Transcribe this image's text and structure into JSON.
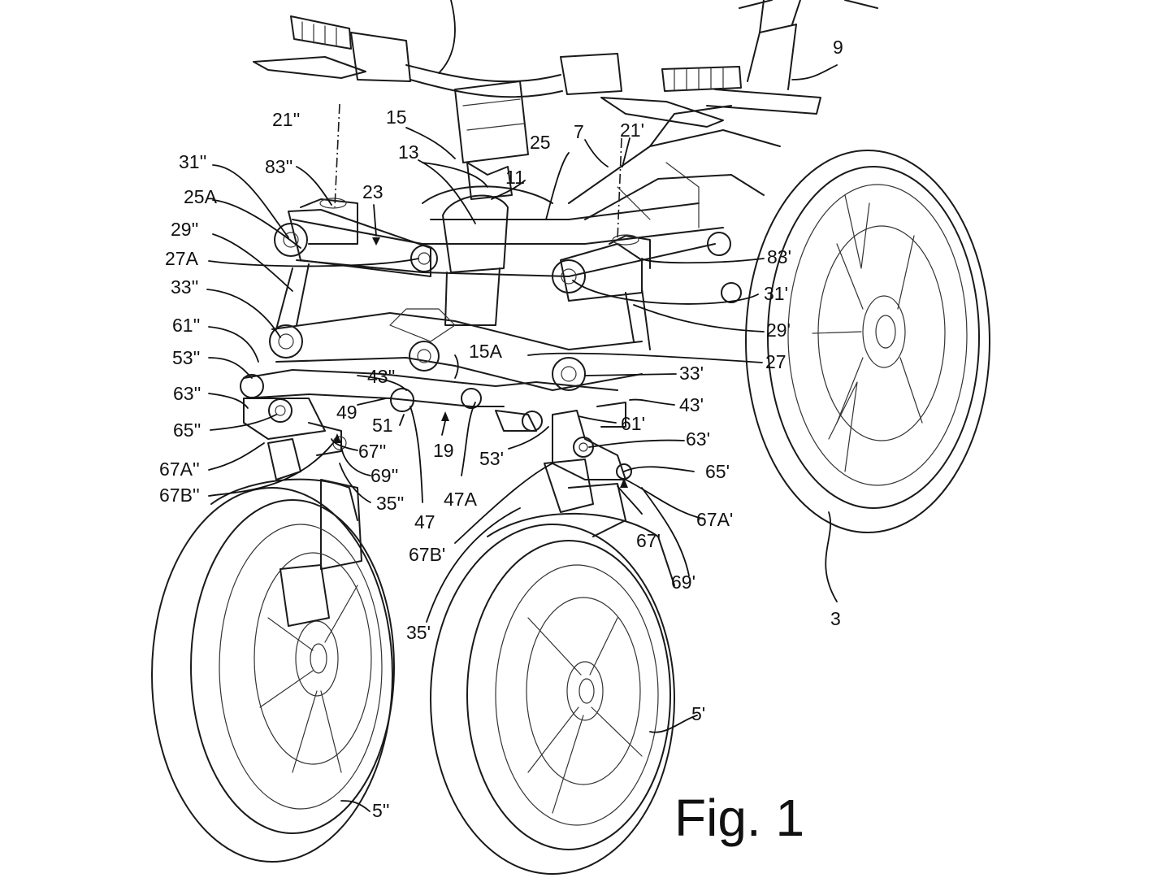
{
  "figure": {
    "caption": "Fig. 1"
  },
  "labels": {
    "l9": "9",
    "l21pp": "21''",
    "l15": "15",
    "l25": "25",
    "l7": "7",
    "l21p": "21'",
    "l31pp": "31''",
    "l83pp": "83''",
    "l13": "13",
    "l11": "11",
    "l25A": "25A",
    "l23": "23",
    "l29pp": "29''",
    "l27A": "27A",
    "l83p": "83'",
    "l33pp": "33''",
    "l31p": "31'",
    "l61pp": "61''",
    "l29p": "29'",
    "l53pp": "53''",
    "l15A": "15A",
    "l27": "27",
    "l43pp": "43''",
    "l33p": "33'",
    "l63pp": "63''",
    "l49": "49",
    "l43p": "43'",
    "l65pp": "65''",
    "l51": "51",
    "l61p": "61'",
    "l67pp": "67''",
    "l19": "19",
    "l63p": "63'",
    "l53p": "53'",
    "l67App": "67A''",
    "l69pp": "69''",
    "l65p": "65'",
    "l67Bpp": "67B''",
    "l35pp": "35''",
    "l47": "47",
    "l47A": "47A",
    "l67App2": "67A'",
    "l67p": "67'",
    "l67Bp": "67B'",
    "l69p": "69'",
    "l35p": "35'",
    "l3": "3",
    "l5p": "5'",
    "l5pp": "5''"
  }
}
